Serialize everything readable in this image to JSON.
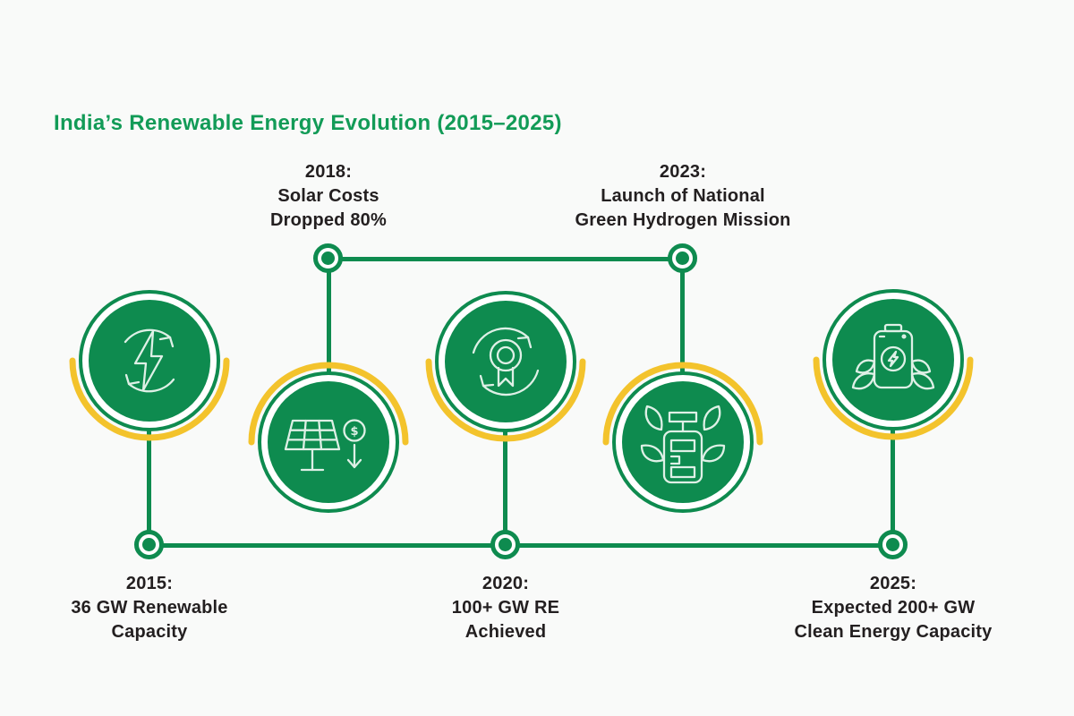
{
  "title": "India’s Renewable Energy Evolution (2015–2025)",
  "colors": {
    "green": "#0E8B4F",
    "yellow": "#F3C32C",
    "title_green": "#129B57",
    "label_text": "#231F20",
    "icon_stroke": "#DEF0E6",
    "background": "#F9FAF9"
  },
  "timeline": {
    "top_connector_years": [
      "2018",
      "2023"
    ],
    "bottom_connector_years": [
      "2015",
      "2020",
      "2025"
    ],
    "milestones": [
      {
        "year_label": "2015:",
        "line1": "36 GW Renewable",
        "line2": "Capacity",
        "icon": "energy-recycle-icon",
        "label_position": "below"
      },
      {
        "year_label": "2018:",
        "line1": "Solar Costs",
        "line2": "Dropped 80%",
        "icon": "solar-panel-cost-drop-icon",
        "label_position": "above"
      },
      {
        "year_label": "2020:",
        "line1": "100+ GW RE",
        "line2": "Achieved",
        "icon": "award-renewal-icon",
        "label_position": "below"
      },
      {
        "year_label": "2023:",
        "line1": "Launch of National",
        "line2": "Green Hydrogen Mission",
        "icon": "green-hydrogen-electrolyzer-icon",
        "label_position": "above"
      },
      {
        "year_label": "2025:",
        "line1": "Expected 200+ GW",
        "line2": "Clean Energy Capacity",
        "icon": "battery-clean-energy-icon",
        "label_position": "below"
      }
    ]
  }
}
